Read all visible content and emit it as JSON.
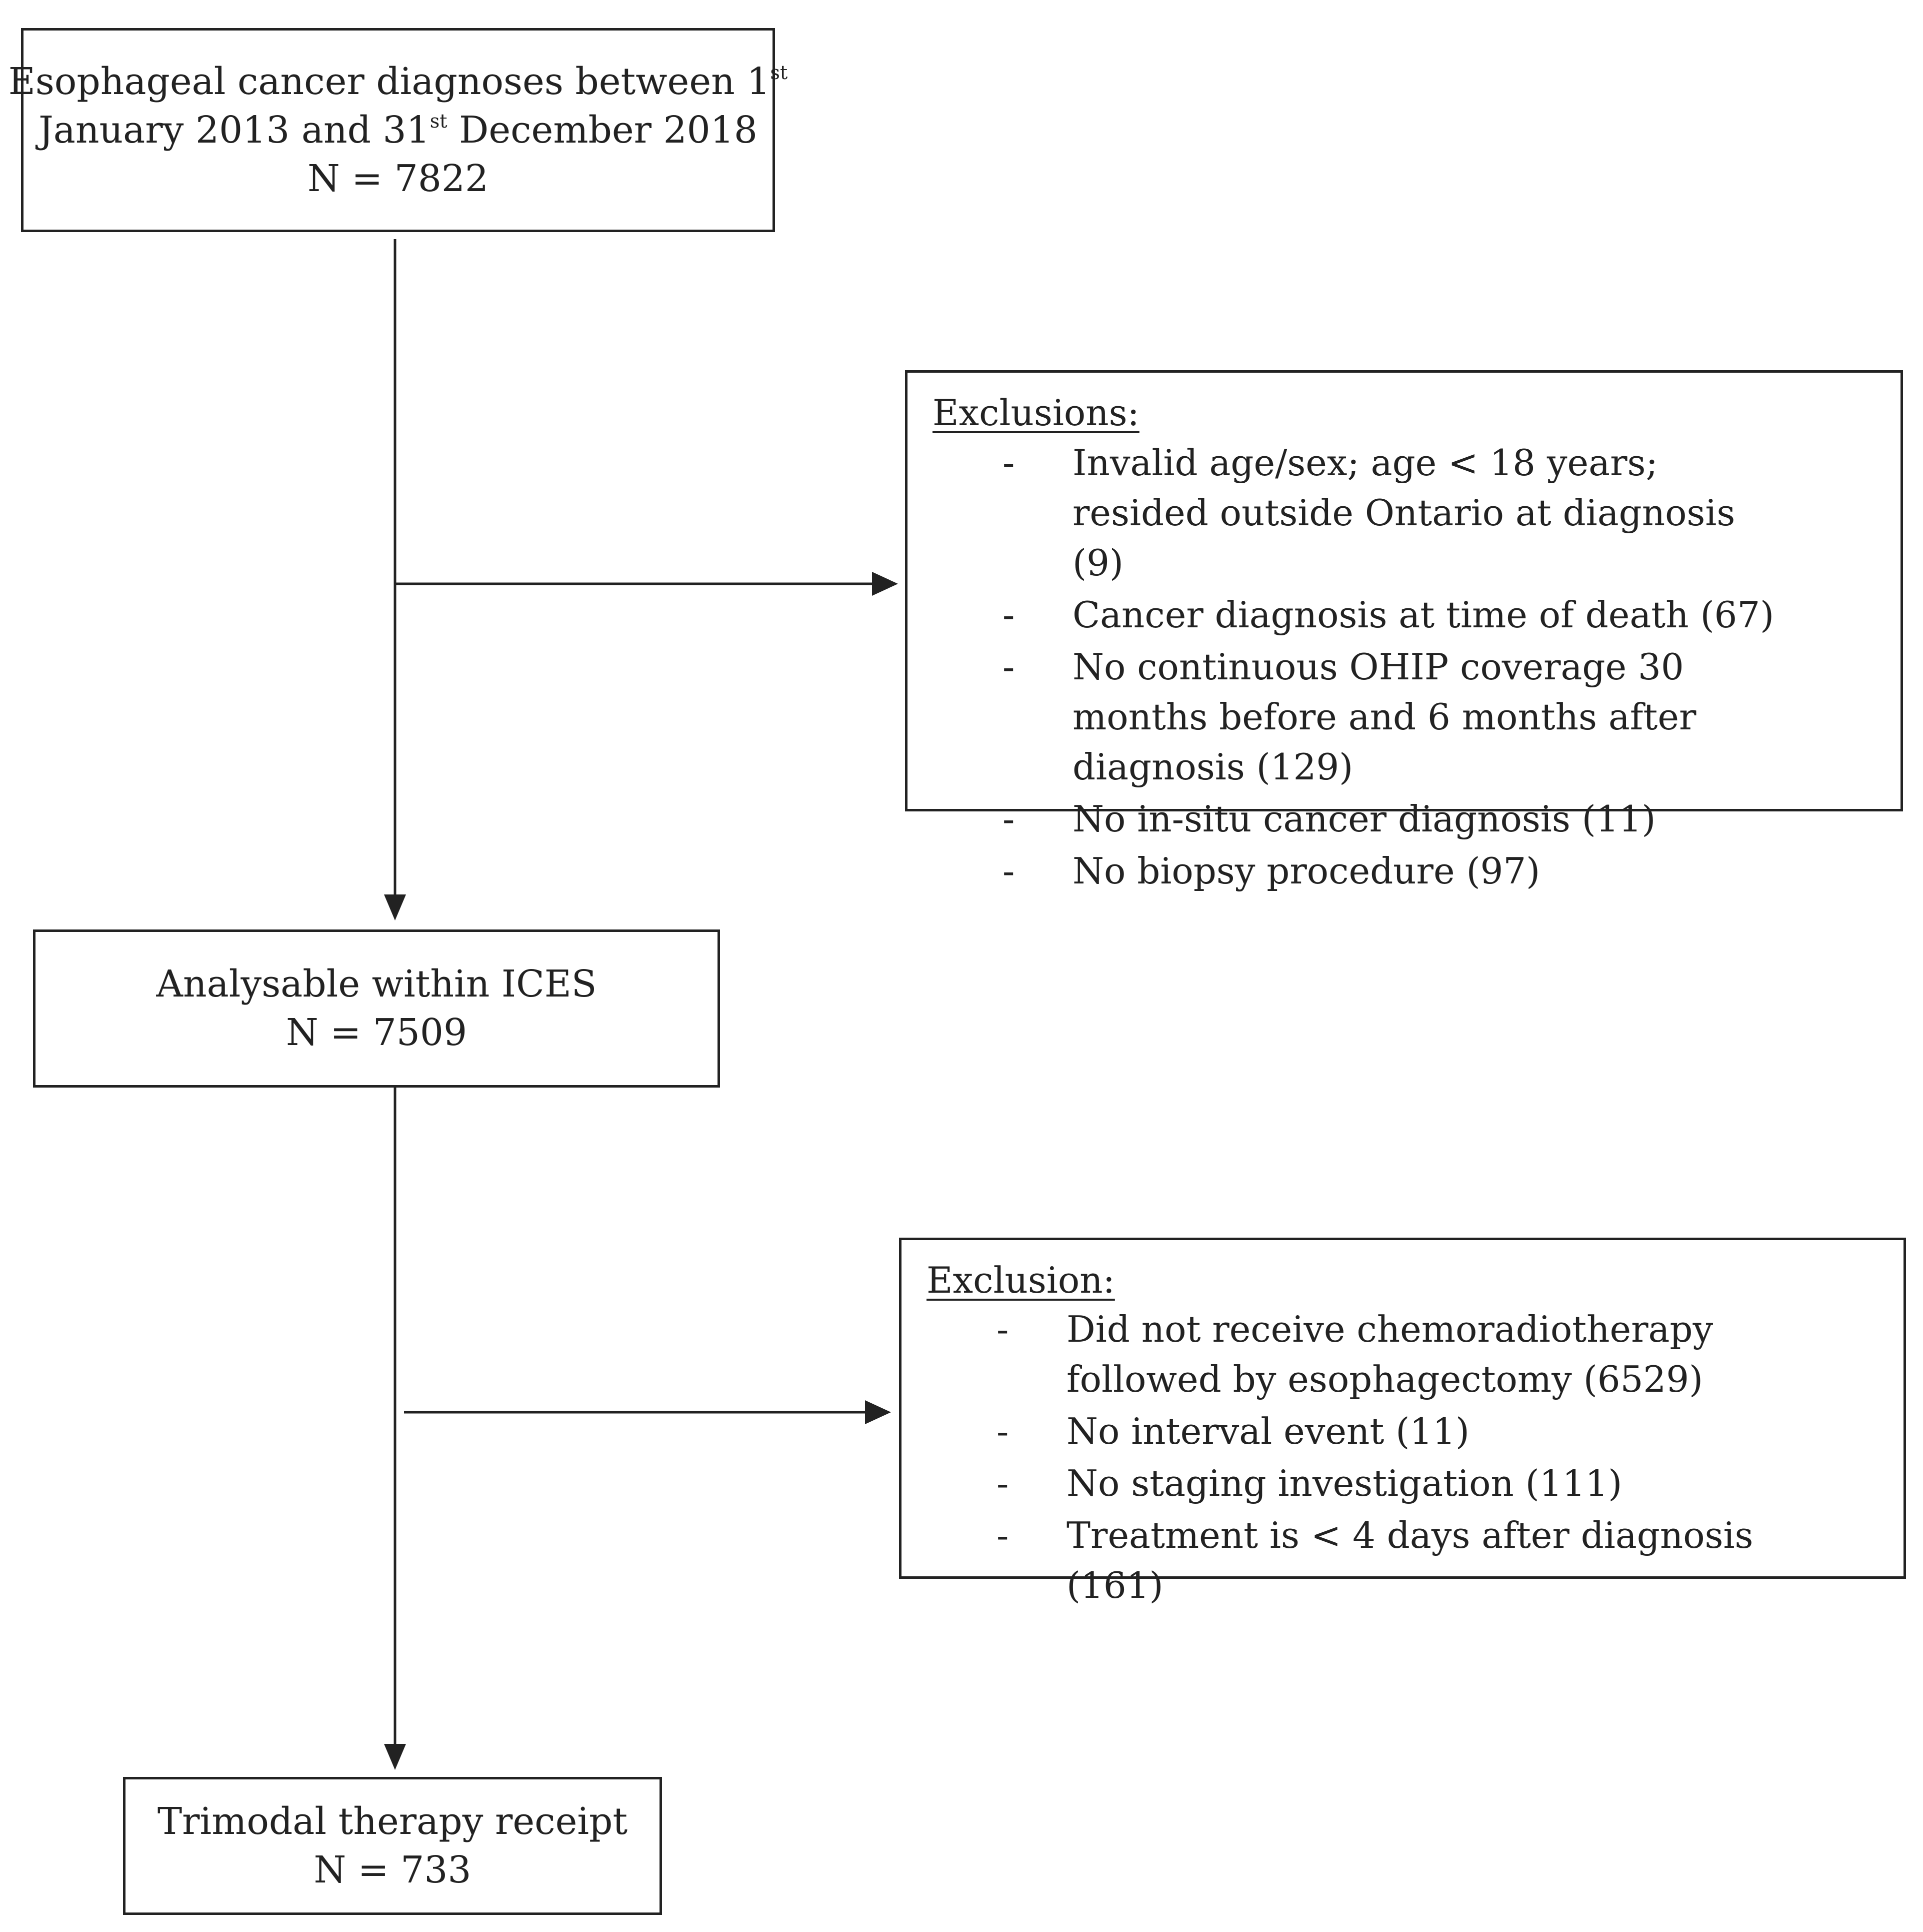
{
  "boxes": {
    "start": {
      "line1": "Esophageal cancer diagnoses between 1",
      "line1_sup": "st",
      "line2_a": "January 2013 and 31",
      "line2_sup": "st",
      "line2_b": " December 2018",
      "count": "N = 7822"
    },
    "exclusions_1": {
      "title": "Exclusions:",
      "items": [
        {
          "dash": "-",
          "text": "Invalid age/sex; age < 18 years; resided outside Ontario at diagnosis (9)"
        },
        {
          "dash": "-",
          "text": "Cancer diagnosis at time of death (67)"
        },
        {
          "dash": "-",
          "text": "No continuous OHIP coverage 30 months before and 6 months after diagnosis (129)"
        },
        {
          "dash": "-",
          "text": "No in-situ cancer diagnosis (11)"
        },
        {
          "dash": "-",
          "text": "No biopsy procedure (97)"
        }
      ]
    },
    "analysable": {
      "label": "Analysable within ICES",
      "count": "N = 7509"
    },
    "exclusions_2": {
      "title": "Exclusion:",
      "items": [
        {
          "dash": "-",
          "text": "Did not receive chemoradiotherapy followed by esophagectomy (6529)"
        },
        {
          "dash": "-",
          "text": "No interval event (11)"
        },
        {
          "dash": "-",
          "text": "No staging investigation (111)"
        },
        {
          "dash": "-",
          "text": "Treatment is < 4 days after diagnosis (161)"
        }
      ]
    },
    "final": {
      "label": "Trimodal therapy receipt",
      "count": "N = 733"
    }
  },
  "colors": {
    "line": "#222222",
    "text": "#222222",
    "background": "#ffffff"
  }
}
